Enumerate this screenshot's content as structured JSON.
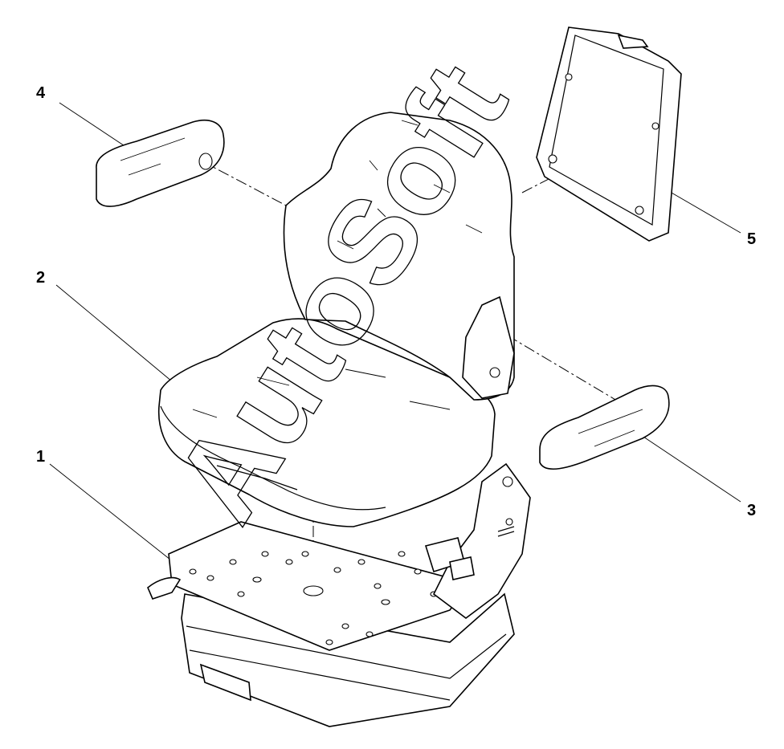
{
  "diagram": {
    "callouts": [
      {
        "id": "1",
        "label": "1"
      },
      {
        "id": "2",
        "label": "2"
      },
      {
        "id": "3",
        "label": "3"
      },
      {
        "id": "4",
        "label": "4"
      },
      {
        "id": "5",
        "label": "5"
      }
    ],
    "watermark": "AutoSoft"
  }
}
